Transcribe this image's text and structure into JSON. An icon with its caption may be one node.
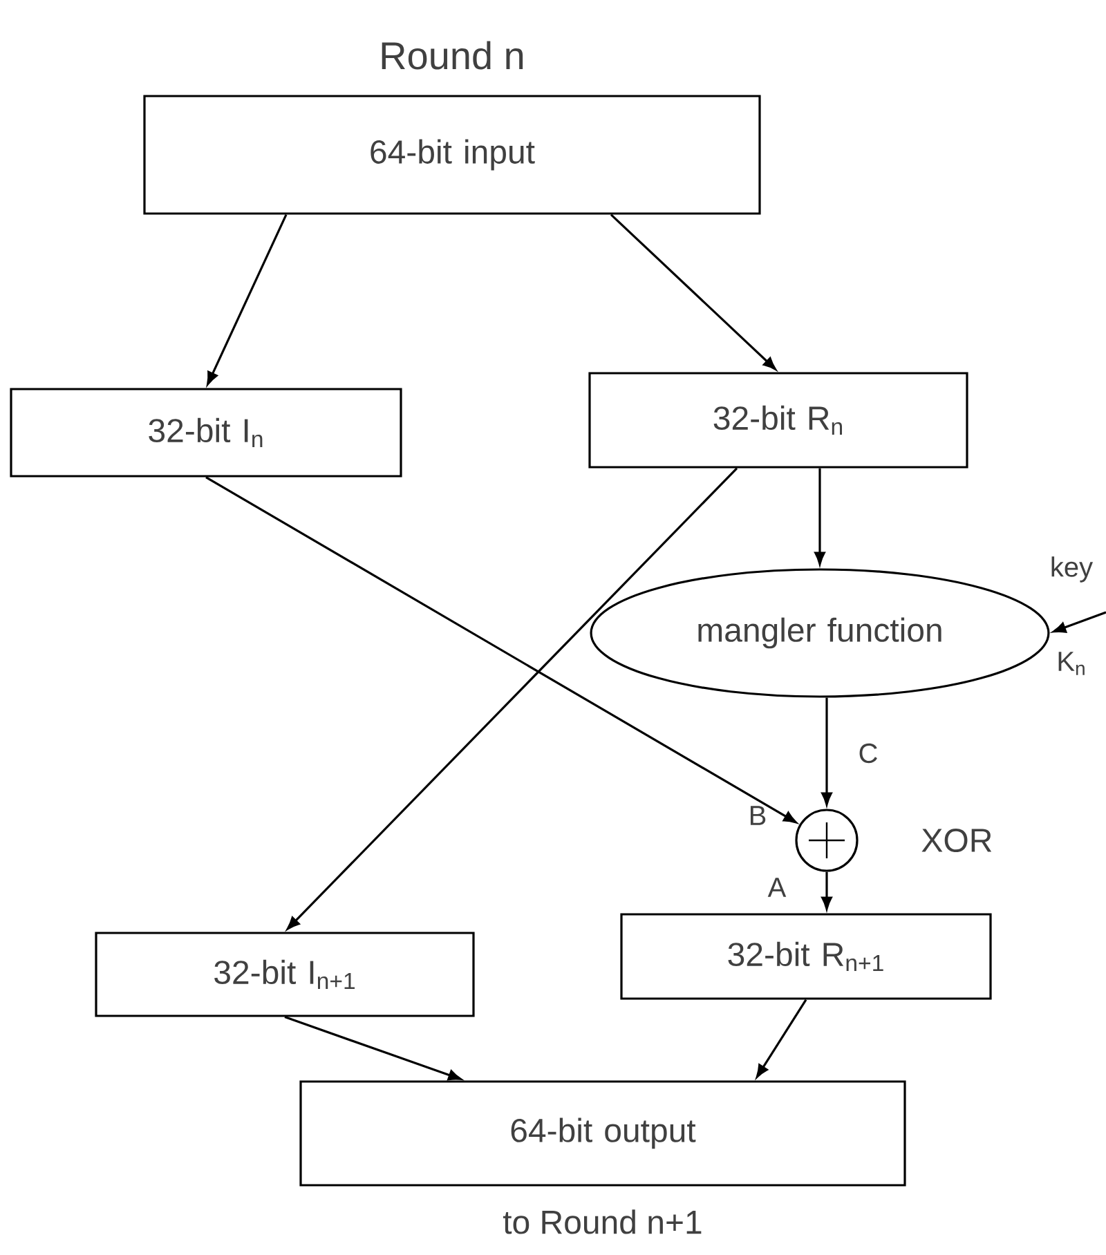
{
  "diagram": {
    "title": "Round n",
    "nodes": [
      {
        "text": [
          "64-bit input"
        ]
      },
      {
        "text": [
          "32-bit I$_{n}$"
        ]
      },
      {
        "text": [
          "32-bit R$_{n}$"
        ]
      },
      {
        "text": [
          "mangler function"
        ]
      },
      {
        "text": [],
        "shape": "circle",
        "beside": [
          "XOR"
        ]
      },
      {
        "text": [
          "32-bit I$_{n+1}$"
        ]
      },
      {
        "text": [
          "32-bit R$_{n+1}$"
        ]
      },
      {
        "text": [
          "64-bit output"
        ],
        "beside": [
          "to Round n+1"
        ]
      }
    ],
    "edges": [
      {
        "from": 0,
        "to": 1,
        "arrow": "to"
      },
      {
        "from": 0,
        "to": 2,
        "arrow": "to"
      },
      {
        "from": 2,
        "to": 3,
        "arrow": "to"
      },
      {
        "from": 1,
        "to": 4,
        "arrow": "to"
      },
      {
        "from": 3,
        "to": 4,
        "arrow": "to"
      },
      {
        "from": 4,
        "to": 6,
        "arrow": "to"
      },
      {
        "from": 2,
        "to": 5,
        "arrow": "to"
      },
      {
        "from": 5,
        "to": 7,
        "arrow": "to"
      },
      {
        "from": 6,
        "to": 7,
        "arrow": "to"
      },
      {
        "from": null,
        "to": 3,
        "arrow": "to"
      }
    ],
    "labels": [
      "key",
      "K$_{n}$",
      "C",
      "B",
      "A"
    ]
  }
}
